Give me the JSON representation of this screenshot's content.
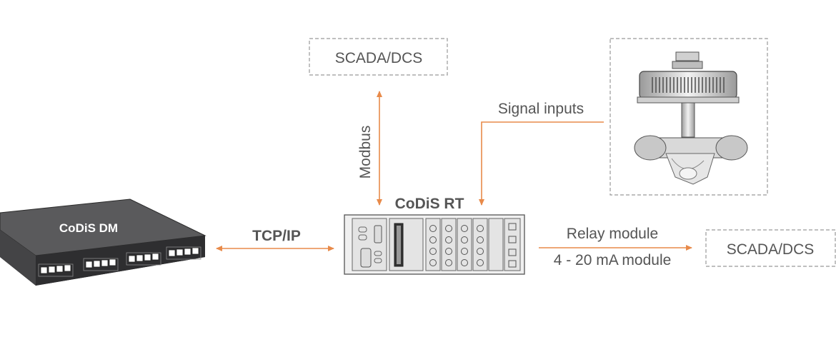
{
  "labels": {
    "scada_top": "SCADA/DCS",
    "scada_right": "SCADA/DCS",
    "modbus": "Modbus",
    "signal_inputs": "Signal inputs",
    "codis_rt": "CoDiS RT",
    "codis_dm": "CoDiS DM",
    "tcpip": "TCP/IP",
    "relay_module": "Relay module",
    "analog_module": "4 - 20 mA module"
  },
  "colors": {
    "arrow": "#e88a4a",
    "text": "#555555",
    "box_border": "#999999",
    "dm_body": "#4a4a4c"
  }
}
